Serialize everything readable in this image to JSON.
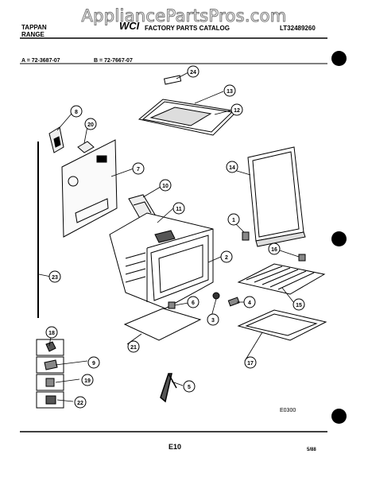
{
  "header": {
    "brand_line1": "TAPPAN",
    "brand_line2": "RANGE",
    "catalog_logo": "WCI",
    "catalog_title": "FACTORY PARTS CATALOG",
    "catalog_number": "LT32489260",
    "model_a": "A = 72-3687-07",
    "model_b": "B = 72-7667-07"
  },
  "watermark": "AppliancePartsPros.com",
  "diagram": {
    "figure_code": "E0300",
    "callouts": [
      "24",
      "13",
      "12",
      "8",
      "20",
      "7",
      "10",
      "11",
      "14",
      "1",
      "2",
      "16",
      "15",
      "4",
      "6",
      "3",
      "23",
      "18",
      "21",
      "9",
      "17",
      "19",
      "22",
      "5"
    ]
  },
  "footer": {
    "page": "E10",
    "date": "5/88"
  },
  "colors": {
    "ink": "#000000",
    "paper": "#ffffff",
    "watermark_outline": "#777777"
  }
}
